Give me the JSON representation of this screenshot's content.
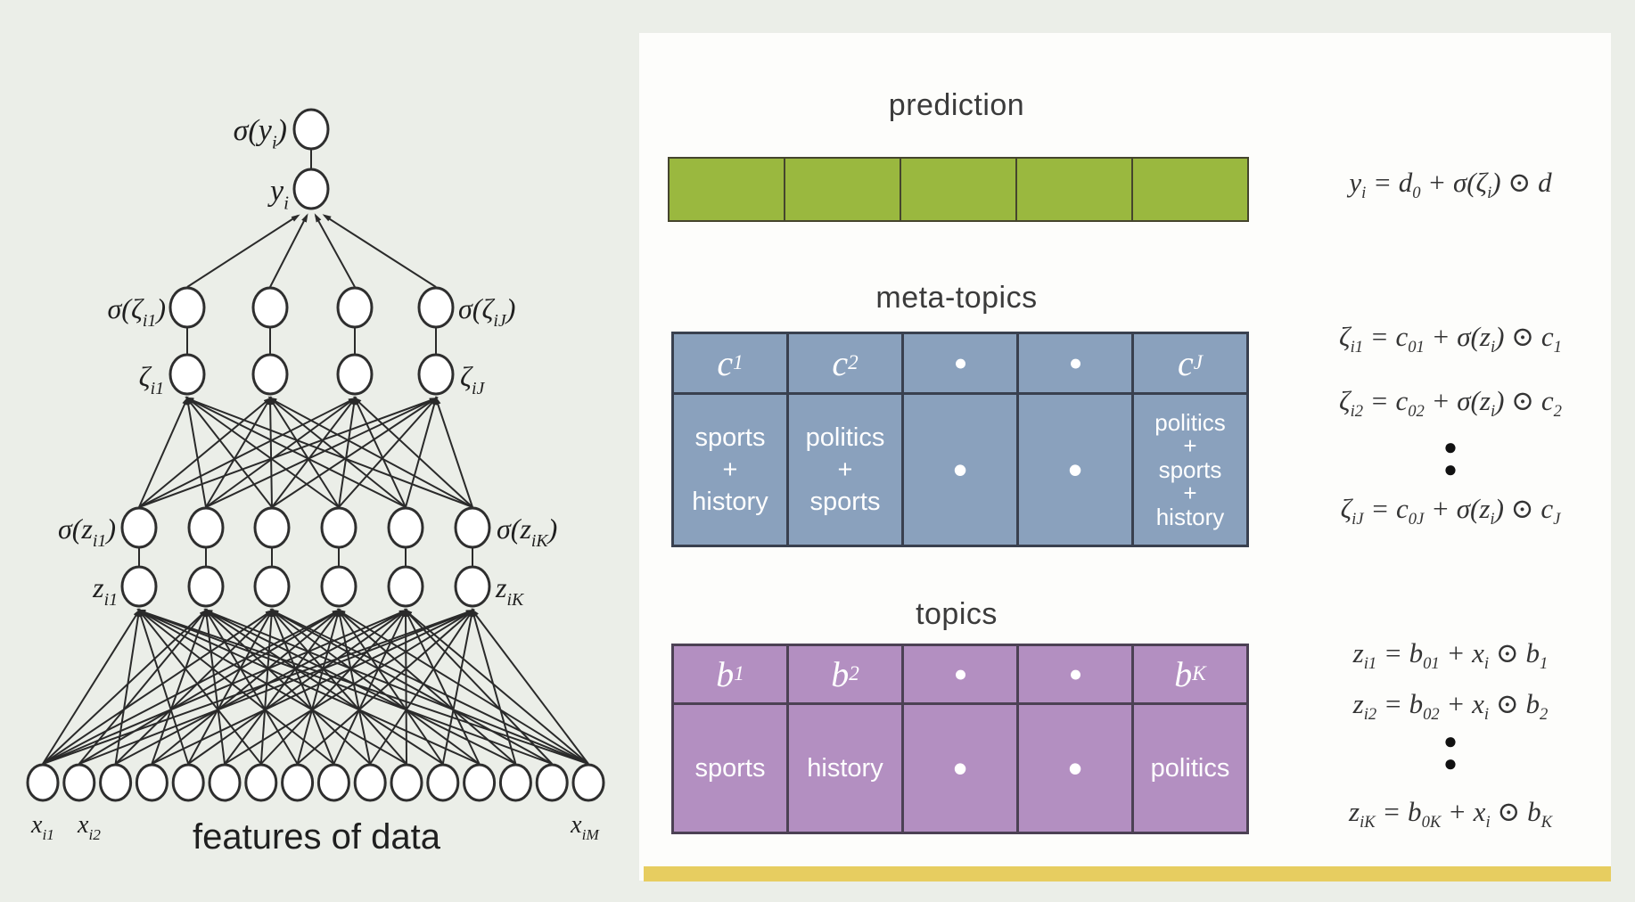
{
  "colors": {
    "background": "#ebeee8",
    "panel": "#fdfdfb",
    "accent_bar": "#e7cd60",
    "prediction_green": "#9ab83f",
    "meta_blue": "#8aa1bd",
    "topic_purple": "#b38fc1",
    "diagram_ink": "#2a2a2a"
  },
  "left_diagram": {
    "caption": "features of data",
    "layer_counts": {
      "inputs": 16,
      "topic_nodes": 6,
      "meta_topic_nodes": 4,
      "output_nodes": 1
    },
    "node_labels": {
      "sigma_y": "σ(y_{i})",
      "y": "y_{i}",
      "sigma_zeta_first": "σ(ζ_{i1})",
      "sigma_zeta_last": "σ(ζ_{iJ})",
      "zeta_first": "ζ_{i1}",
      "zeta_last": "ζ_{iJ}",
      "sigma_z_first": "σ(z_{i1})",
      "sigma_z_last": "σ(z_{iK})",
      "z_first": "z_{i1}",
      "z_last": "z_{iK}",
      "x_first": "x_{i1}",
      "x_second": "x_{i2}",
      "x_last": "x_{iM}"
    }
  },
  "panel": {
    "prediction": {
      "title": "prediction",
      "cells": 5,
      "equation": "y_{i} = d_{0} + σ(ζ_{i}) ⊙ d"
    },
    "meta_topics": {
      "title": "meta-topics",
      "header": [
        "c_{1}",
        "c_{2}",
        "•",
        "•",
        "c_{J}"
      ],
      "body": [
        [
          "sports",
          "+",
          "history"
        ],
        [
          "politics",
          "+",
          "sports"
        ],
        [
          "•"
        ],
        [
          "•"
        ],
        [
          "politics",
          "+",
          "sports",
          "+",
          "history"
        ]
      ],
      "equations": [
        "ζ_{i1} = c_{01} + σ(z_{i}) ⊙ c_{1}",
        "ζ_{i2} = c_{02} + σ(z_{i}) ⊙ c_{2}",
        "ζ_{iJ} = c_{0J} + σ(z_{i}) ⊙ c_{J}"
      ],
      "ellipsis": "●\n●"
    },
    "topics": {
      "title": "topics",
      "header": [
        "b_{1}",
        "b_{2}",
        "•",
        "•",
        "b_{K}"
      ],
      "body": [
        [
          "sports"
        ],
        [
          "history"
        ],
        [
          "•"
        ],
        [
          "•"
        ],
        [
          "politics"
        ]
      ],
      "equations": [
        "z_{i1} = b_{01} + x_{i} ⊙ b_{1}",
        "z_{i2} = b_{02} + x_{i} ⊙ b_{2}",
        "z_{iK} = b_{0K} + x_{i} ⊙ b_{K}"
      ],
      "ellipsis": "●\n●"
    }
  }
}
